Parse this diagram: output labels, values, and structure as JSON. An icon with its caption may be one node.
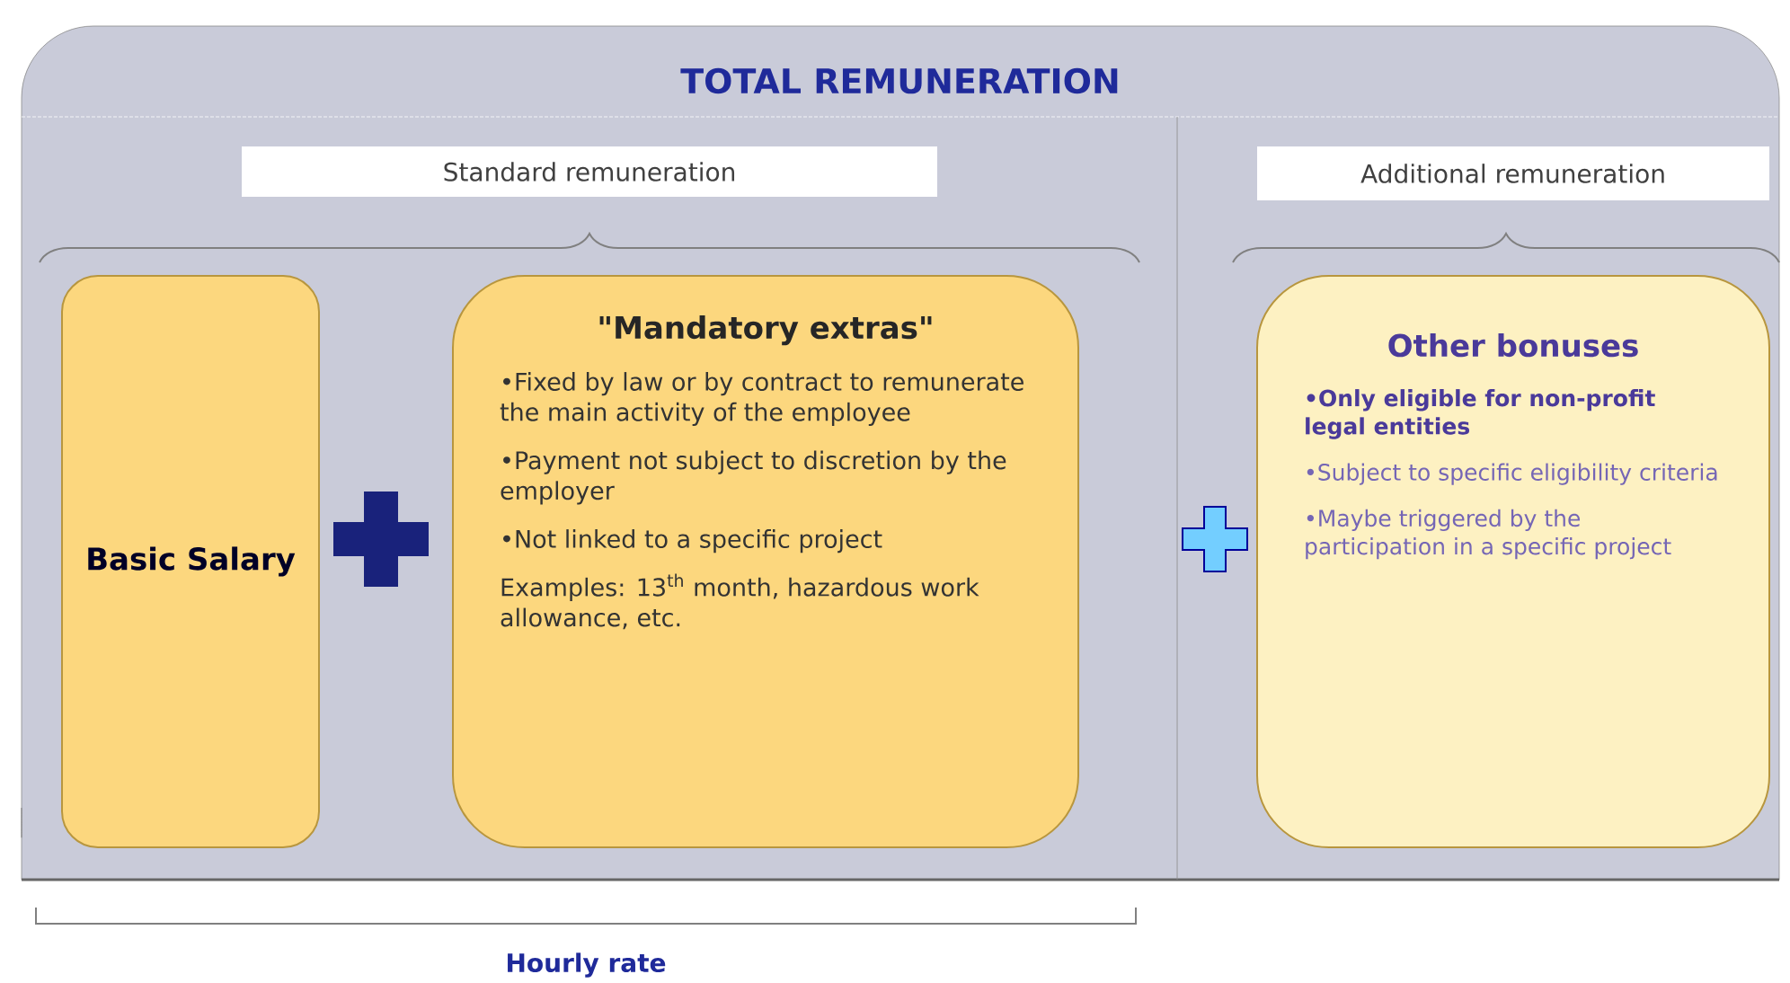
{
  "diagram": {
    "nodes": [
      {
        "text": [
          "TOTAL REMUNERATION"
        ]
      },
      {
        "text": [
          "Standard remuneration"
        ],
        "in": 0
      },
      {
        "text": [
          "Additional remuneration"
        ],
        "in": 0
      },
      {
        "text": [
          "Basic Salary"
        ],
        "in": 0
      },
      {
        "text": [
          "\"Mandatory extras\"",
          "•Fixed by law or by contract to remunerate the main activity of the employee",
          "•Payment not subject to discretion by the employer",
          "•Not linked to a specific project",
          "Examples: 13$^{th}$ month, hazardous work allowance, etc."
        ],
        "in": 0
      },
      {
        "text": [
          "Other bonuses",
          "•Only eligible for non-profit legal entities",
          "•Subject to specific eligibility criteria",
          "•Maybe triggered by the participation in a specific project"
        ],
        "in": 0
      }
    ],
    "labels": [
      "Hourly rate"
    ]
  }
}
